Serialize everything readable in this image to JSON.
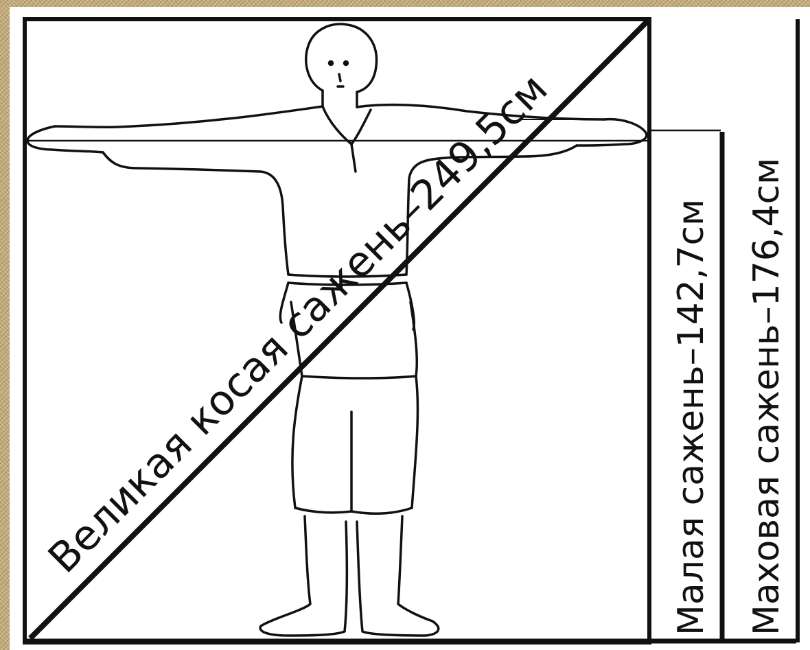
{
  "diagram": {
    "diagonal_label": "Великая косая сажень–249,5см",
    "small_label": "Малая сажень–142,7см",
    "swing_label": "Маховая сажень–176,4см"
  },
  "colors": {
    "ink": "#111111",
    "paper": "#ffffff",
    "border_texture": "#c8b082"
  },
  "icons": {
    "figure": "standing-man-figure"
  }
}
